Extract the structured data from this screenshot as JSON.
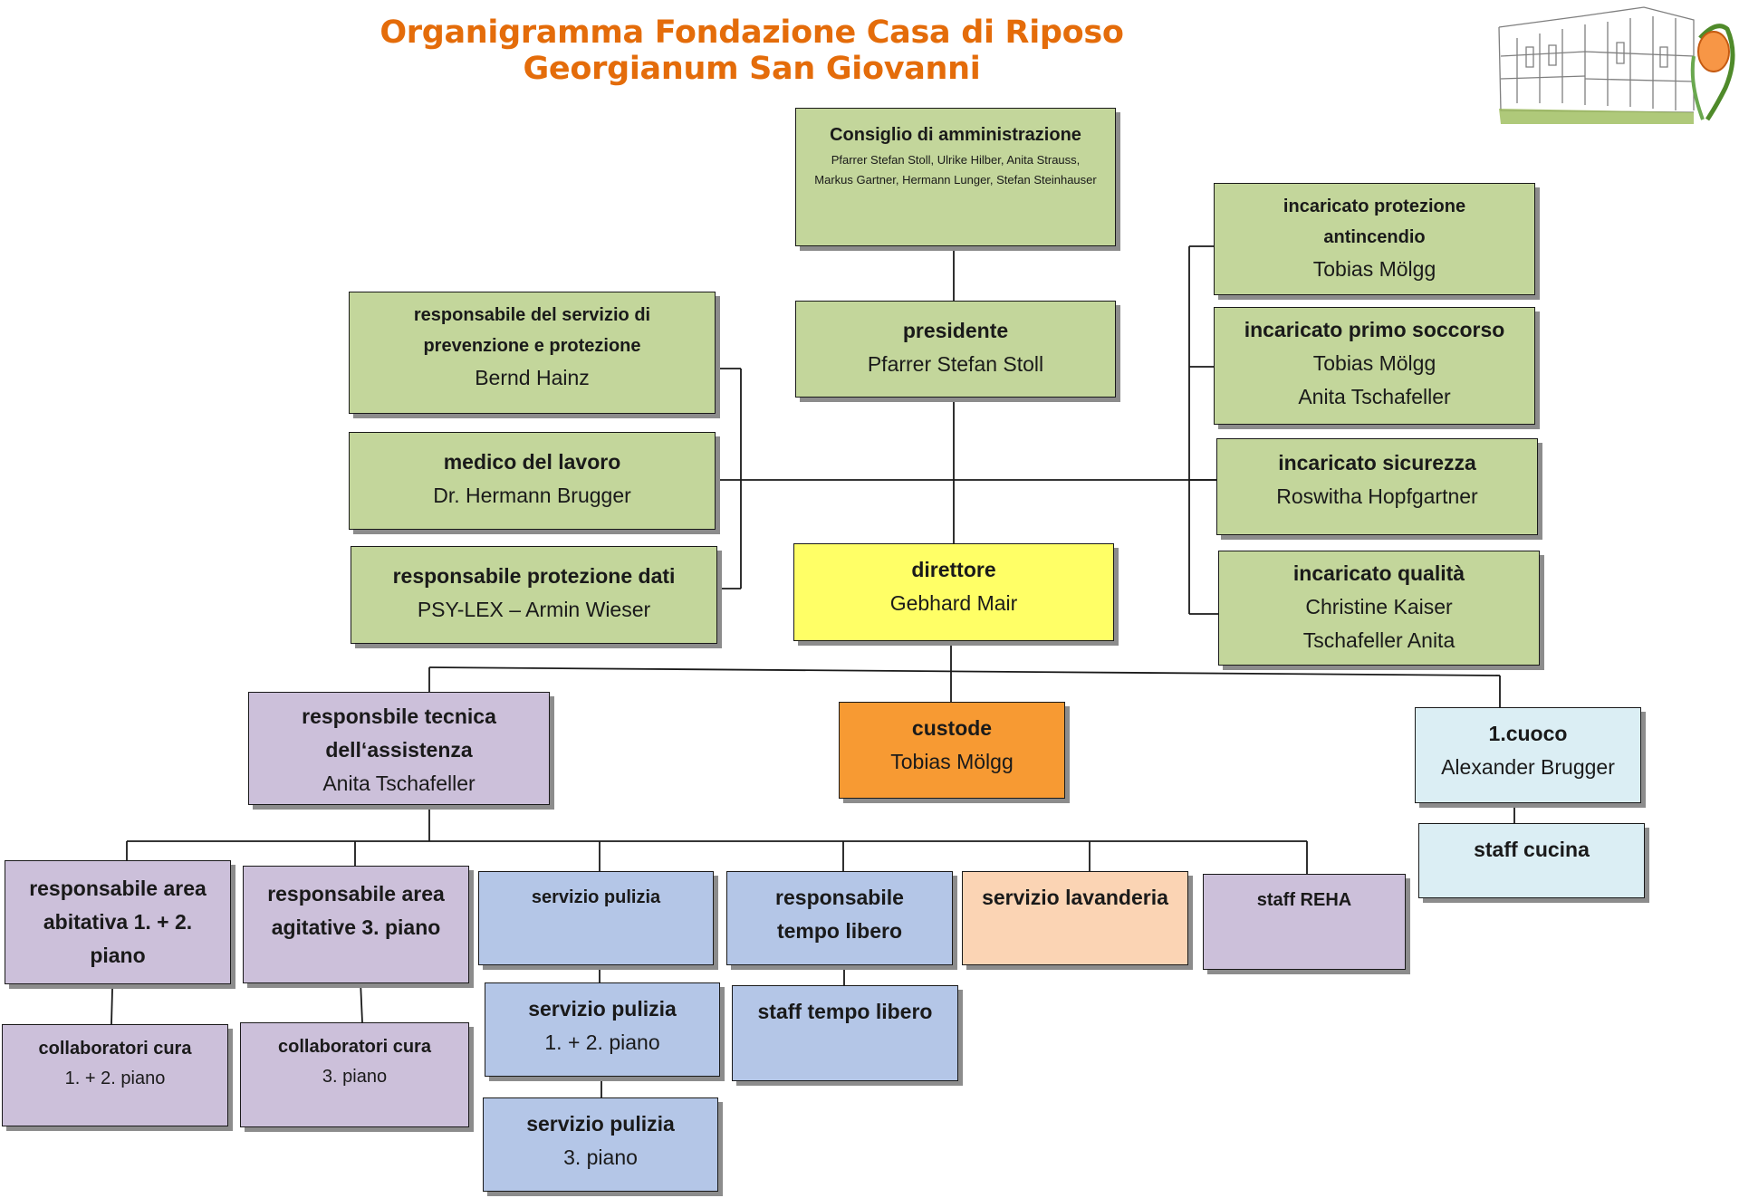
{
  "title": "Organigramma Fondazione Casa di Riposo Georgianum San Giovanni",
  "logo_icon": "georgianum-building-logo",
  "colors": {
    "title": "#e46c0a",
    "board": "#c3d69b",
    "director": "#ffff66",
    "custodian": "#f79a33",
    "kitchen": "#dbeef4",
    "care": "#ccc0da",
    "services": "#b4c6e7",
    "laundry": "#fbd4b4"
  },
  "boxes": {
    "consiglio": {
      "title": "Consiglio di amministrazione",
      "names": [
        "Pfarrer Stefan Stoll, Ulrike Hilber, Anita Strauss, Markus Gartner, Hermann Lunger, Stefan Steinhauser"
      ]
    },
    "presidente": {
      "title": "presidente",
      "names": [
        "Pfarrer Stefan Stoll"
      ]
    },
    "rspp": {
      "title": "responsabile del servizio di prevenzione e protezione",
      "names": [
        "Bernd Hainz"
      ]
    },
    "medico": {
      "title": "medico del lavoro",
      "names": [
        "Dr. Hermann Brugger"
      ]
    },
    "privacy": {
      "title": "responsabile protezione dati",
      "names": [
        "PSY-LEX – Armin Wieser"
      ]
    },
    "antincendio": {
      "title": "incaricato protezione antincendio",
      "names": [
        "Tobias Mölgg"
      ]
    },
    "soccorso": {
      "title": "incaricato primo soccorso",
      "names": [
        "Tobias Mölgg",
        "Anita Tschafeller"
      ]
    },
    "sicurezza": {
      "title": "incaricato sicurezza",
      "names": [
        "Roswitha Hopfgartner"
      ]
    },
    "qualita": {
      "title": "incaricato qualità",
      "names": [
        "Christine Kaiser",
        "Tschafeller Anita"
      ]
    },
    "direttore": {
      "title": "direttore",
      "names": [
        "Gebhard Mair"
      ]
    },
    "tecnica": {
      "title": "responsbile tecnica dell‘assistenza",
      "names": [
        "Anita Tschafeller"
      ]
    },
    "custode": {
      "title": "custode",
      "names": [
        "Tobias Mölgg"
      ]
    },
    "cuoco": {
      "title": "1.cuoco",
      "names": [
        "Alexander Brugger"
      ]
    },
    "staff_cucina": {
      "title": "staff cucina",
      "names": []
    },
    "area12": {
      "title": "responsabile area abitativa 1. + 2. piano",
      "names": []
    },
    "area3": {
      "title": "responsabile area agitative 3. piano",
      "names": []
    },
    "pulizia": {
      "title": "servizio pulizia",
      "names": []
    },
    "tempo_libero": {
      "title": "responsabile tempo libero",
      "names": []
    },
    "lavanderia": {
      "title": "servizio lavanderia",
      "names": []
    },
    "reha": {
      "title": "staff REHA",
      "names": []
    },
    "collab12": {
      "title": "collaboratori cura",
      "names": [
        "1. + 2. piano"
      ]
    },
    "collab3": {
      "title": "collaboratori cura",
      "names": [
        "3. piano"
      ]
    },
    "pulizia12": {
      "title": "servizio pulizia",
      "names": [
        "1. + 2. piano"
      ]
    },
    "staff_tl": {
      "title": "staff tempo libero",
      "names": []
    },
    "pulizia3": {
      "title": "servizio pulizia",
      "names": [
        "3. piano"
      ]
    }
  }
}
